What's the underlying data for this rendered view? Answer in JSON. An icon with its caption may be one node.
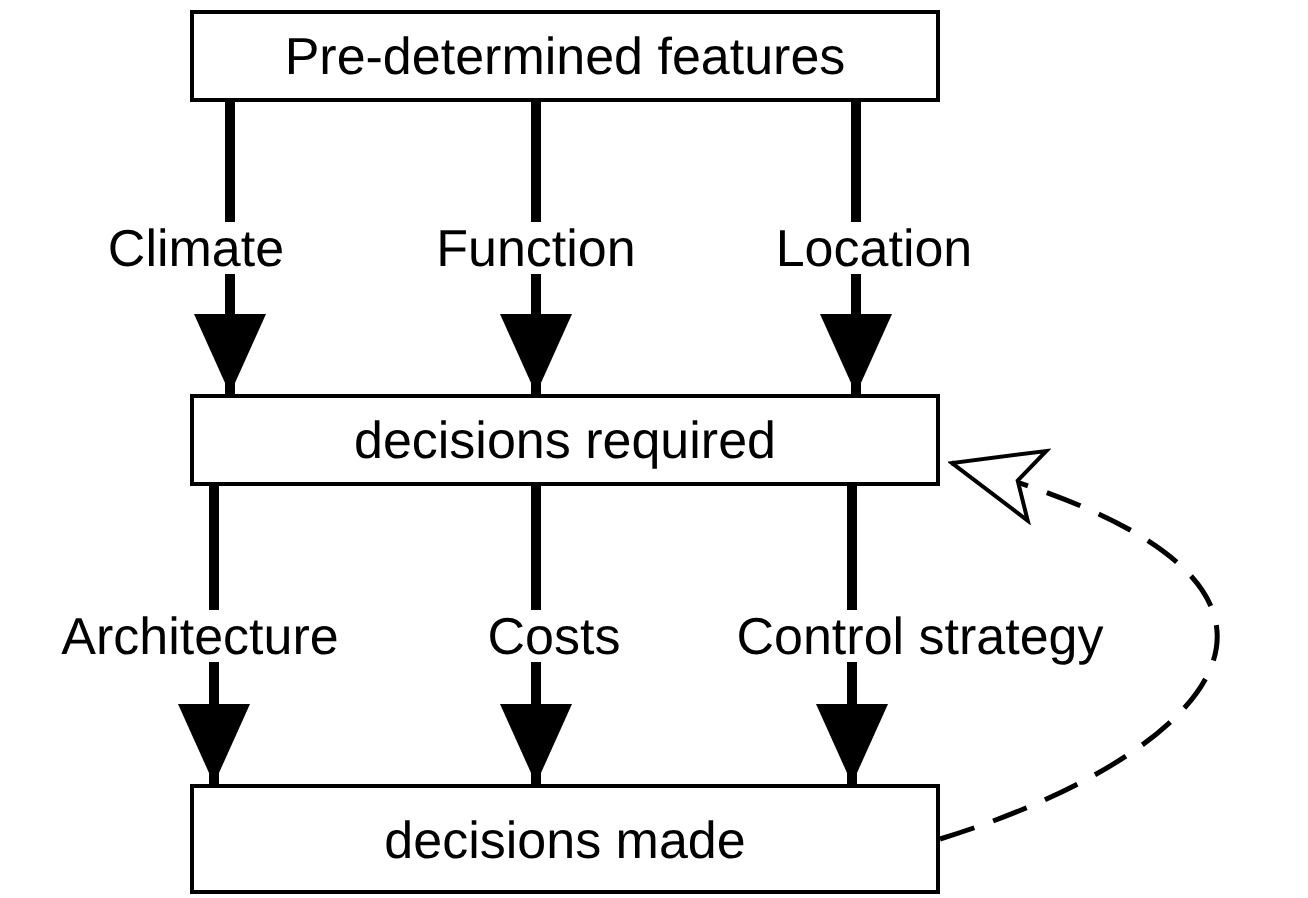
{
  "diagram": {
    "nodes": [
      {
        "text": [
          "Pre-determined features"
        ]
      },
      {
        "text": [
          "decisions required"
        ]
      },
      {
        "text": [
          "decisions made"
        ]
      }
    ],
    "edges": [
      {
        "from": 0,
        "to": 1,
        "arrow": "to",
        "label": "Climate"
      },
      {
        "from": 0,
        "to": 1,
        "arrow": "to",
        "label": "Function"
      },
      {
        "from": 0,
        "to": 1,
        "arrow": "to",
        "label": "Location"
      },
      {
        "from": 1,
        "to": 2,
        "arrow": "to",
        "label": "Architecture"
      },
      {
        "from": 1,
        "to": 2,
        "arrow": "to",
        "label": "Costs"
      },
      {
        "from": 1,
        "to": 2,
        "arrow": "to",
        "label": "Control strategy"
      },
      {
        "from": 2,
        "to": 1,
        "arrow": "to",
        "style": "dashed"
      }
    ]
  }
}
